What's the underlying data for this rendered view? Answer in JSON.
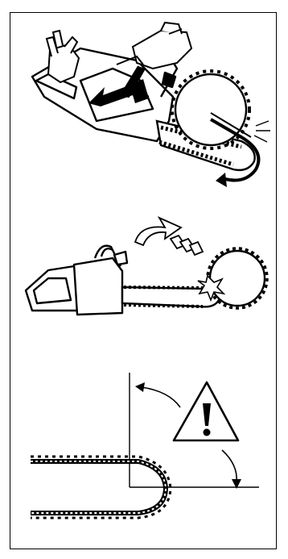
{
  "document": {
    "kind": "line-art safety illustration",
    "panels": [
      {
        "id": "kickback-hand-position",
        "icons": [
          "glove-hand-icon",
          "chainsaw-icon",
          "arrow-left-icon",
          "rotation-arrow-icon",
          "chain-bar-icon"
        ]
      },
      {
        "id": "kickback-zone-contact",
        "icons": [
          "chainsaw-icon",
          "motion-trail-icon",
          "log-icon",
          "impact-spark-icon"
        ]
      },
      {
        "id": "chain-angle-warning",
        "icons": [
          "chain-loop-icon",
          "angle-arrow-icon",
          "warning-triangle-icon"
        ]
      }
    ],
    "colors": {
      "ink": "#000000",
      "paper": "#ffffff"
    }
  }
}
